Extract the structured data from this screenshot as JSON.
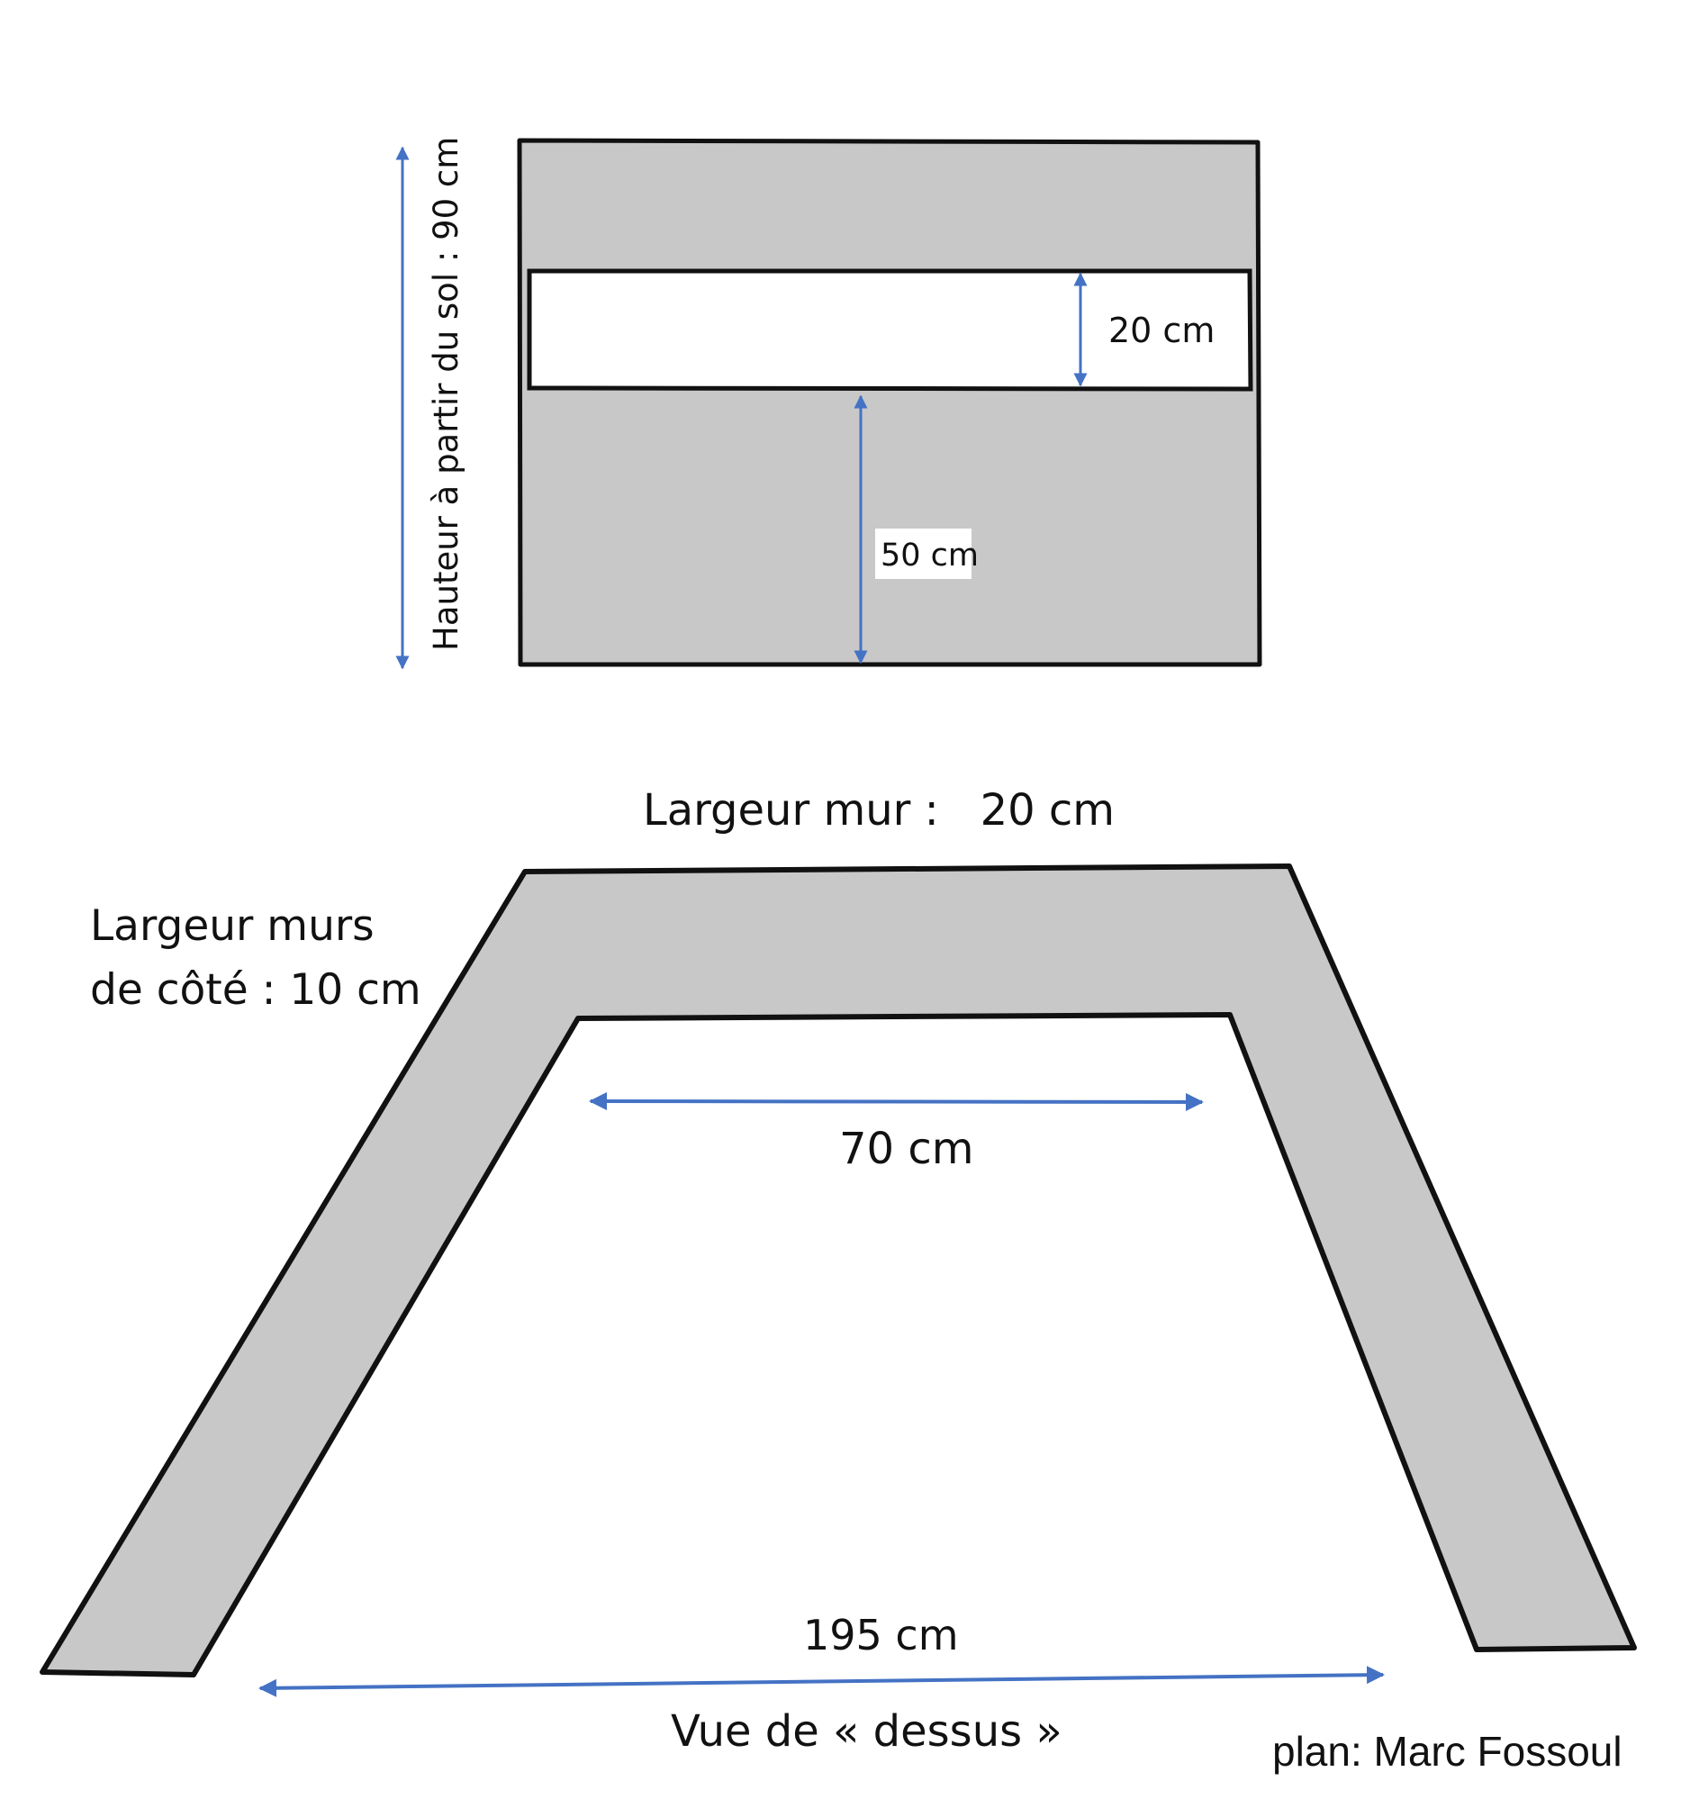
{
  "front_view": {
    "height_label": "Hauteur à partir du sol : 90 cm",
    "slot_height_label": "20 cm",
    "slot_base_label": "50 cm"
  },
  "top_view": {
    "back_wall_label": "Largeur mur :   20 cm",
    "side_walls_line1": "Largeur murs",
    "side_walls_line2": "de côté : 10 cm",
    "inner_width_label": "70 cm",
    "outer_width_label": "195 cm",
    "caption": "Vue de « dessus »"
  },
  "credit": "plan: Marc Fossoul",
  "colors": {
    "wall_fill": "#c9c8c9",
    "outline": "#111111",
    "arrow": "#4472c4"
  }
}
